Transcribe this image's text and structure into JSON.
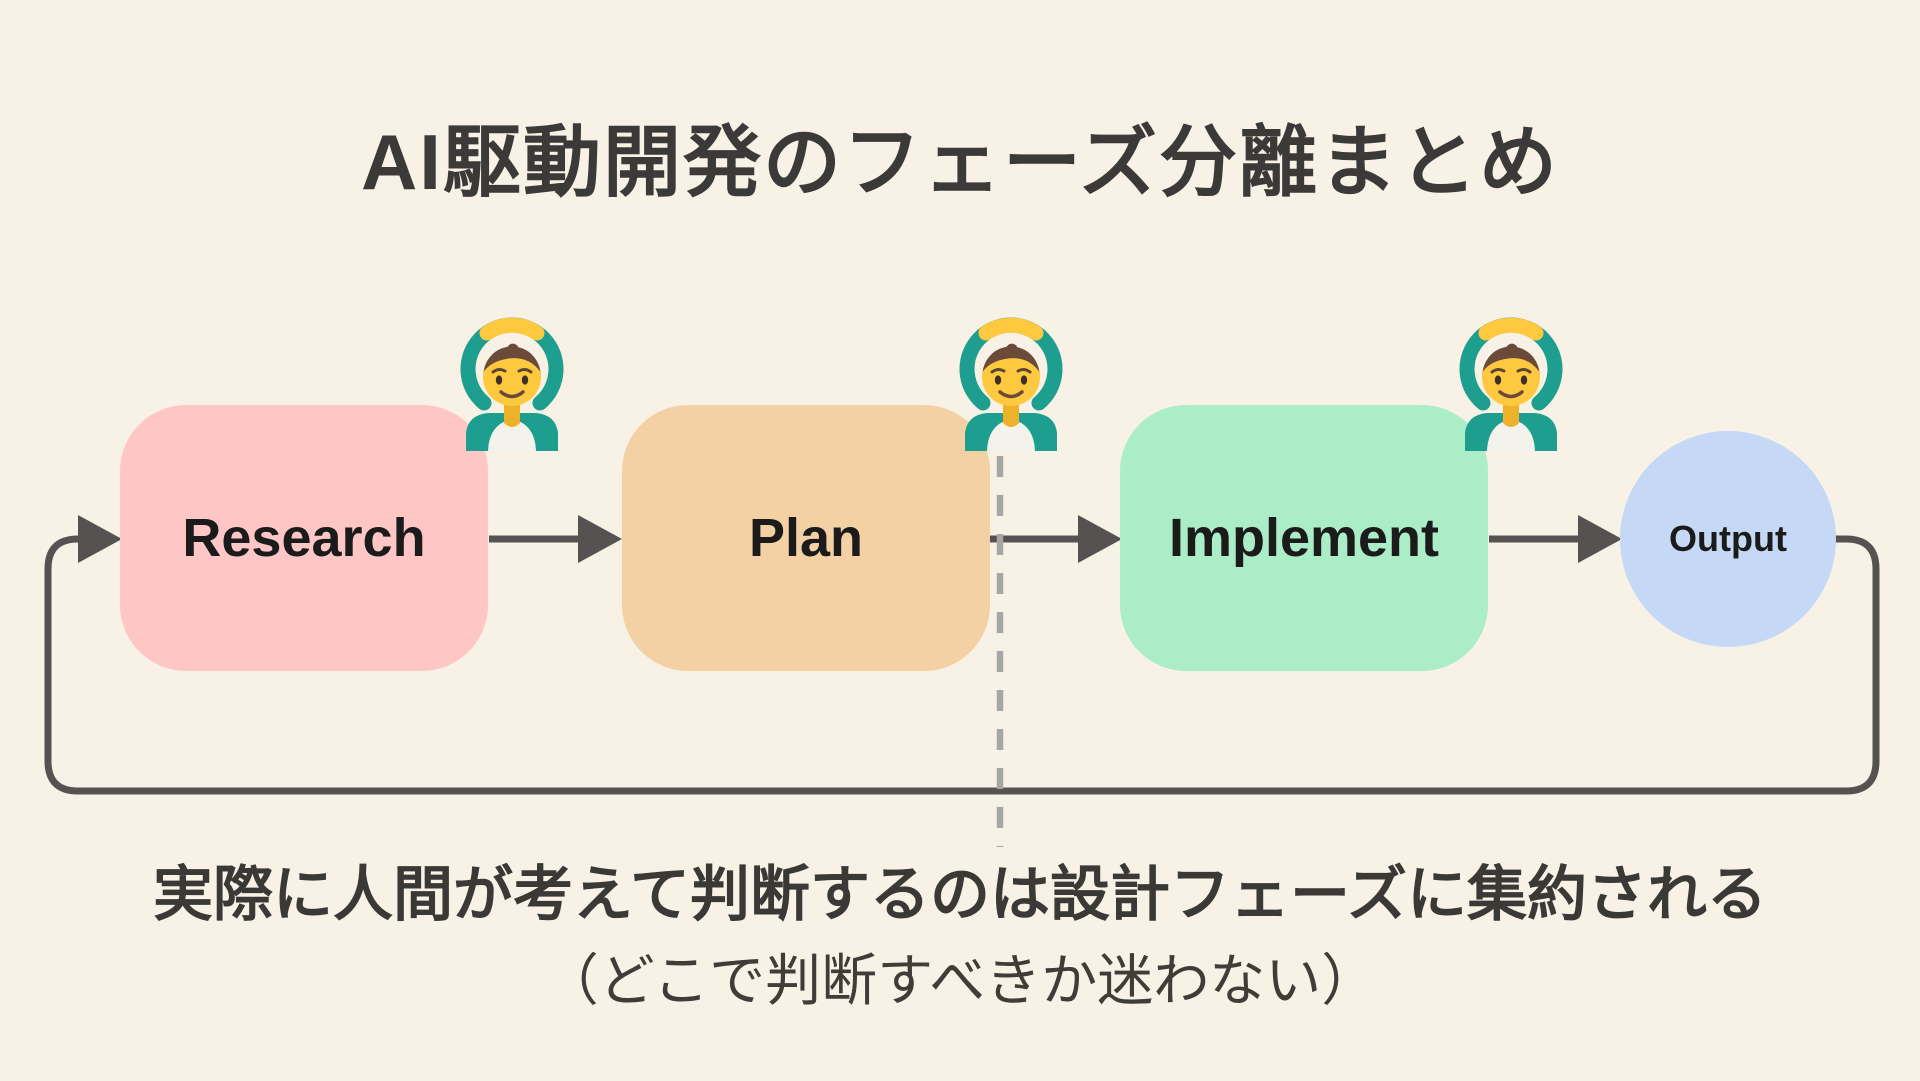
{
  "title": "AI駆動開発のフェーズ分離まとめ",
  "flow": {
    "nodes": [
      {
        "id": "research",
        "label": "Research",
        "shape": "rounded-rect",
        "color": "#fec7c5"
      },
      {
        "id": "plan",
        "label": "Plan",
        "shape": "rounded-rect",
        "color": "#f4d1a5"
      },
      {
        "id": "implement",
        "label": "Implement",
        "shape": "rounded-rect",
        "color": "#abedc6"
      },
      {
        "id": "output",
        "label": "Output",
        "shape": "circle",
        "color": "#c5d9f7"
      }
    ],
    "edges": [
      {
        "from": "research",
        "to": "plan"
      },
      {
        "from": "plan",
        "to": "implement"
      },
      {
        "from": "implement",
        "to": "output"
      },
      {
        "from": "output",
        "to": "research",
        "type": "feedback-loop"
      }
    ],
    "divider": {
      "type": "dashed-vertical",
      "between": [
        "plan",
        "implement"
      ]
    },
    "gate_icon": {
      "name": "person-gesturing-ok-icon",
      "glyph": "🙆‍♂️",
      "count": 3
    }
  },
  "notes": {
    "line1": "実際に人間が考えて判断するのは設計フェーズに集約される",
    "line2": "（どこで判断すべきか迷わない）"
  },
  "colors": {
    "background": "#f8f2e6",
    "research_box": "#fec7c5",
    "plan_box": "#f4d1a5",
    "implement_box": "#abedc6",
    "output_circle": "#c5d9f7",
    "arrow": "#555251",
    "dashed_divider": "#a6a6a4",
    "title_text": "#3b3a38",
    "node_text": "#1b1b1b"
  }
}
